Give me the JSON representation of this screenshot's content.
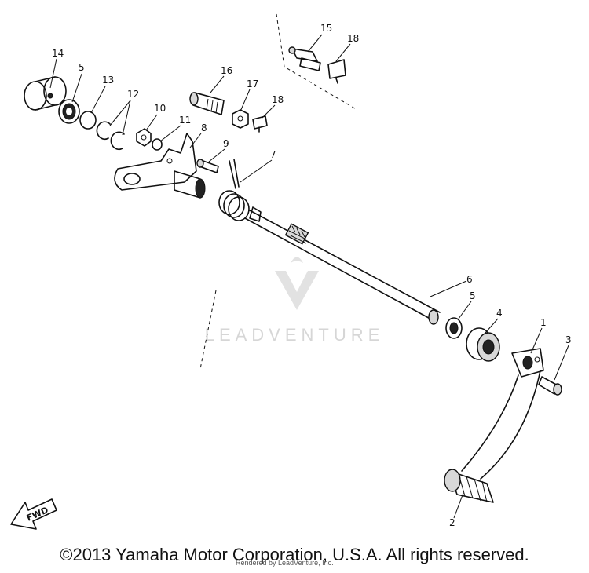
{
  "callouts": [
    "14",
    "5",
    "13",
    "12",
    "10",
    "11",
    "16",
    "17",
    "18",
    "15",
    "18",
    "8",
    "9",
    "7",
    "6",
    "5",
    "4",
    "1",
    "3",
    "2"
  ],
  "fwd_label": "FWD",
  "watermark": "LEADVENTURE",
  "copyright": "©2013 Yamaha Motor Corporation, U.S.A. All rights reserved.",
  "rendered_by": "Rendered by LeadVenture, Inc."
}
